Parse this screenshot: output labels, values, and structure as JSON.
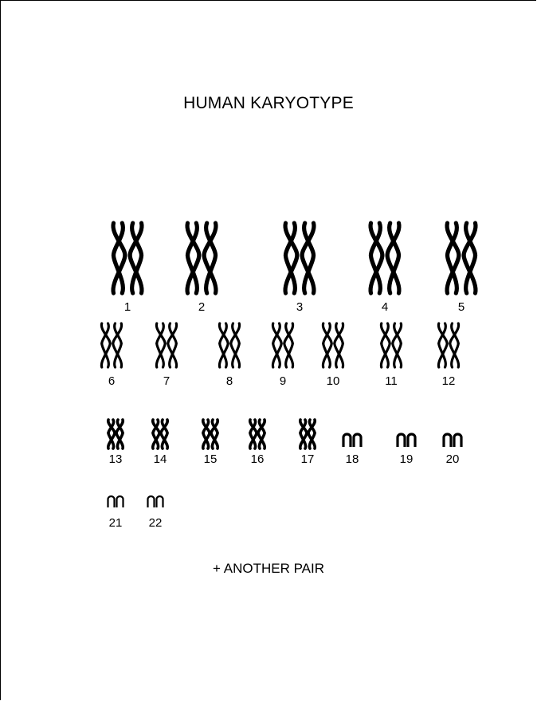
{
  "title": "HUMAN KARYOTYPE",
  "note": "+ ANOTHER PAIR",
  "chromosome_color": "#000000",
  "chromosomes": [
    {
      "label": "1",
      "shape": "x"
    },
    {
      "label": "2",
      "shape": "x"
    },
    {
      "label": "3",
      "shape": "x"
    },
    {
      "label": "4",
      "shape": "x"
    },
    {
      "label": "5",
      "shape": "x"
    },
    {
      "label": "6",
      "shape": "x"
    },
    {
      "label": "7",
      "shape": "x"
    },
    {
      "label": "8",
      "shape": "x"
    },
    {
      "label": "9",
      "shape": "x"
    },
    {
      "label": "10",
      "shape": "x"
    },
    {
      "label": "11",
      "shape": "x"
    },
    {
      "label": "12",
      "shape": "x"
    },
    {
      "label": "13",
      "shape": "x"
    },
    {
      "label": "14",
      "shape": "x"
    },
    {
      "label": "15",
      "shape": "x"
    },
    {
      "label": "16",
      "shape": "x"
    },
    {
      "label": "17",
      "shape": "x"
    },
    {
      "label": "18",
      "shape": "arch"
    },
    {
      "label": "19",
      "shape": "arch"
    },
    {
      "label": "20",
      "shape": "arch"
    },
    {
      "label": "21",
      "shape": "arch"
    },
    {
      "label": "22",
      "shape": "arch"
    }
  ]
}
